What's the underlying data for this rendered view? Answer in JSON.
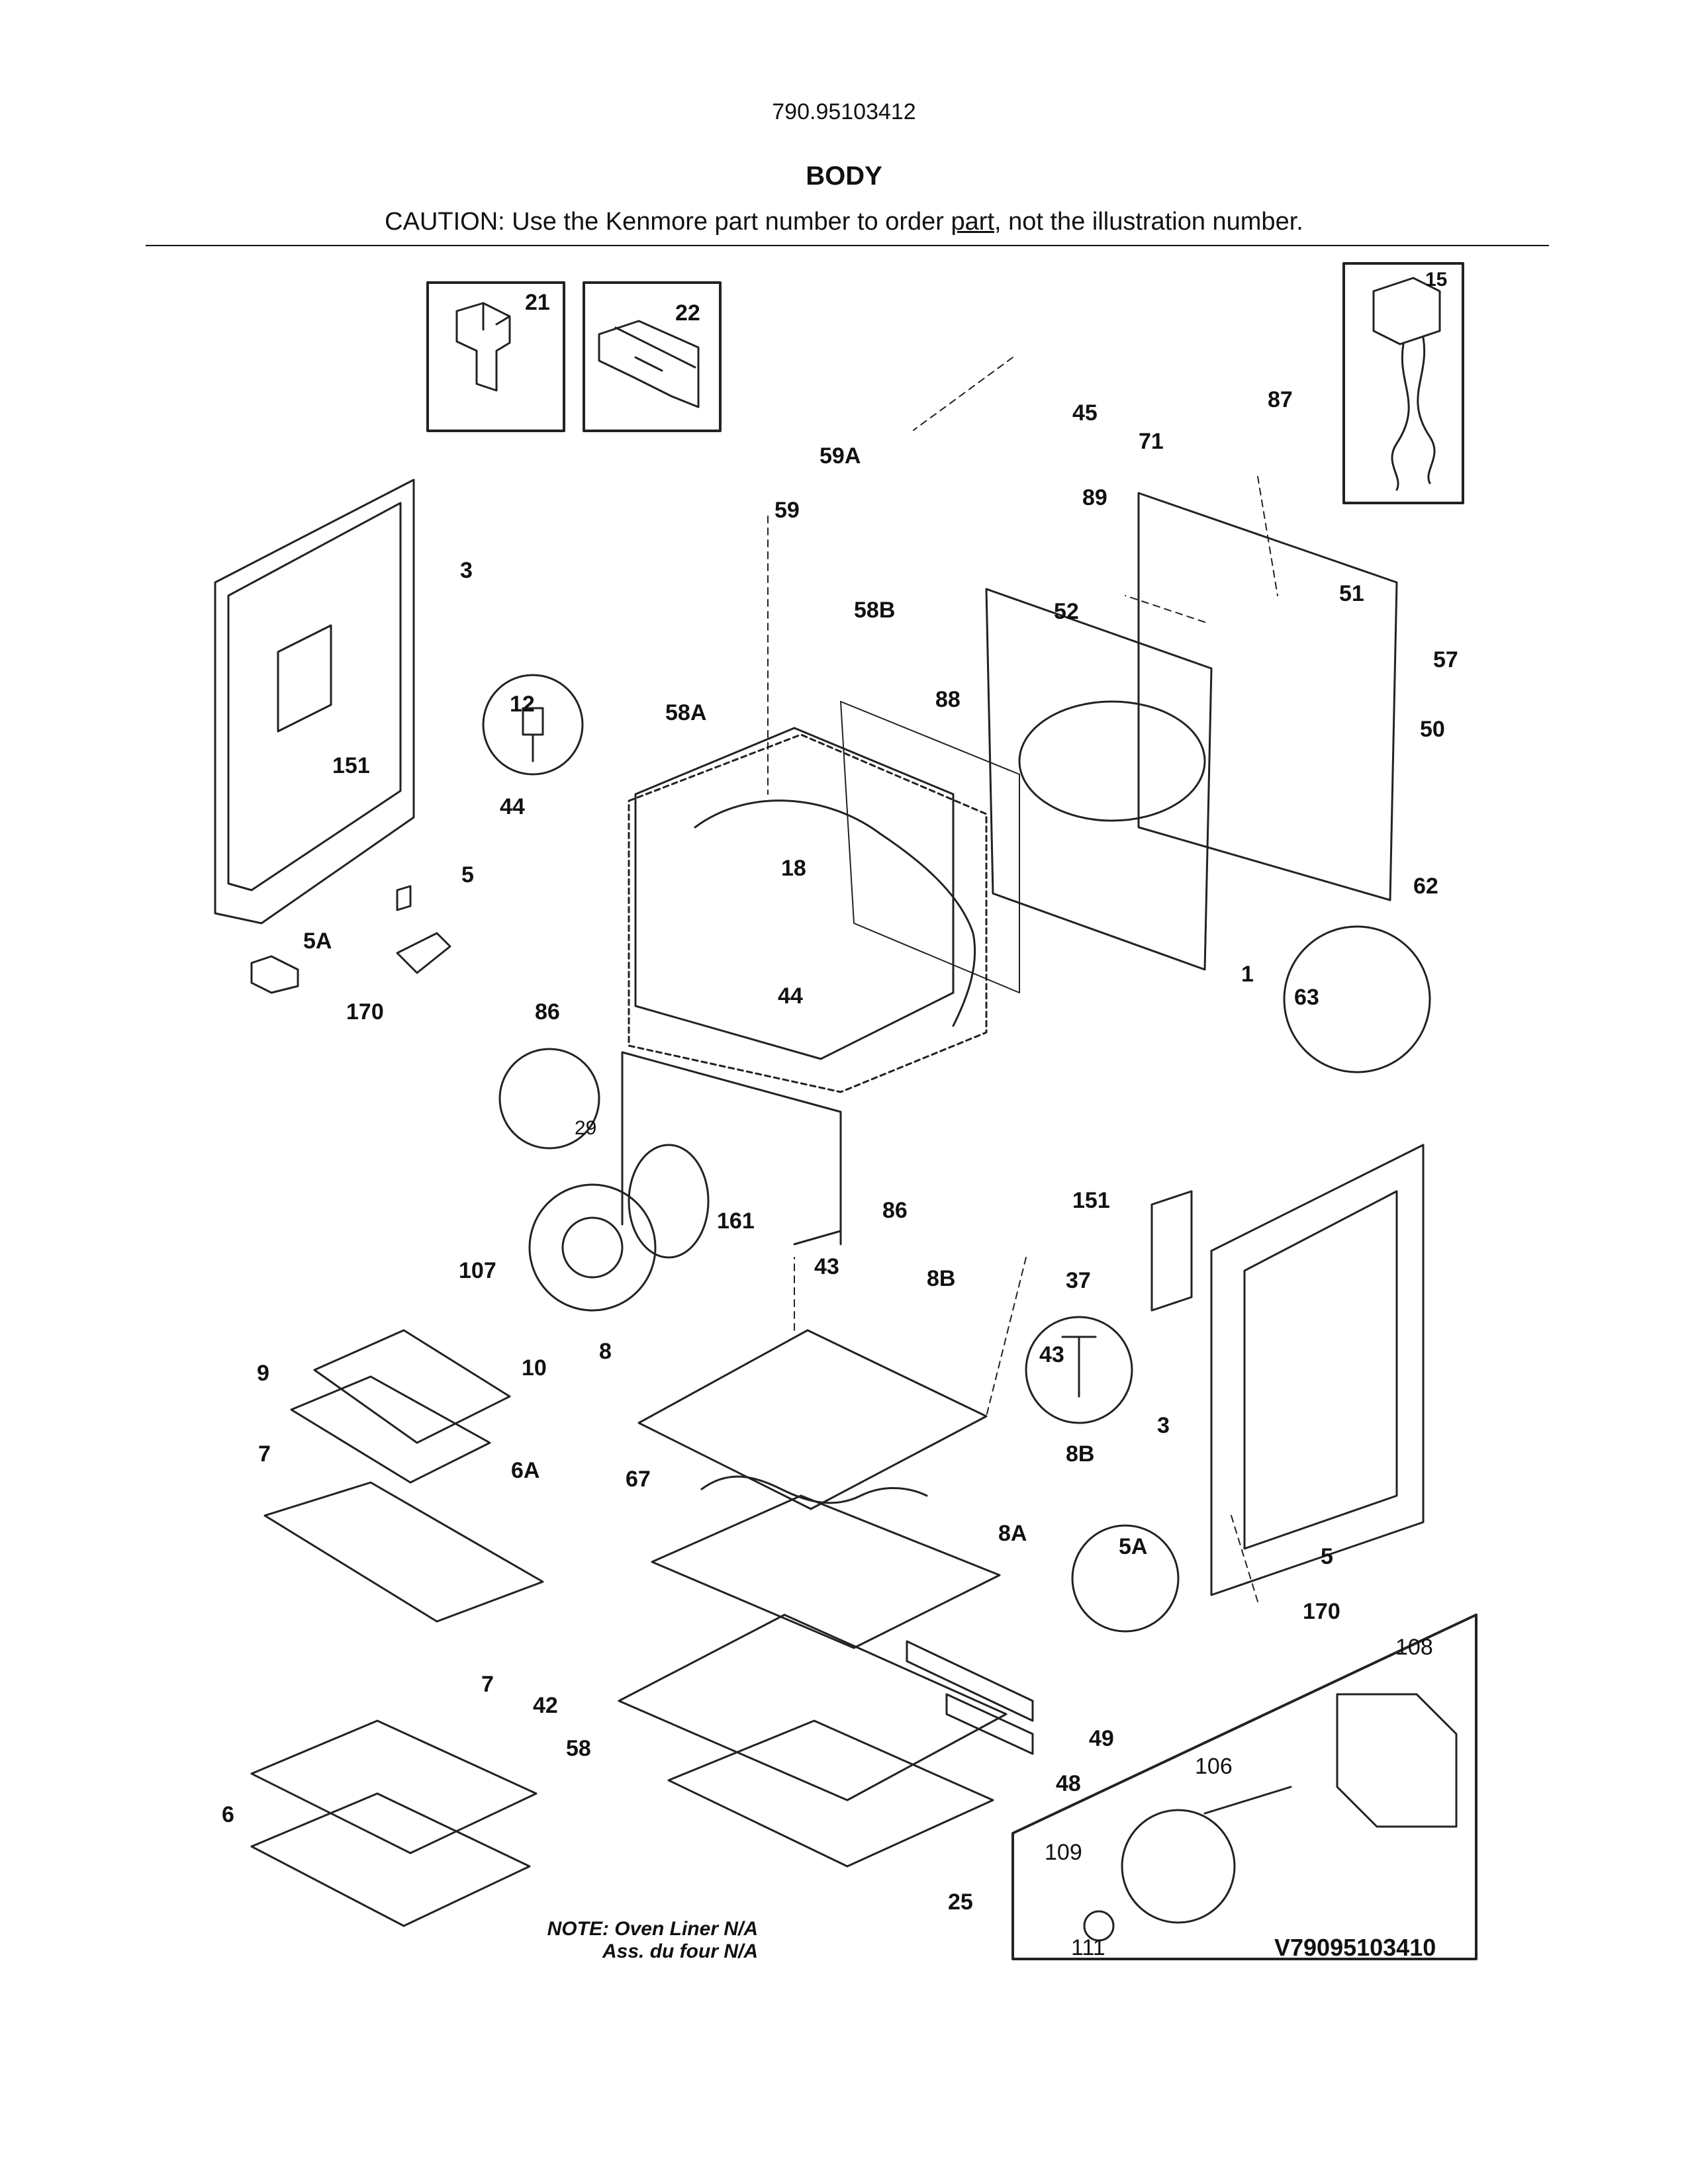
{
  "header": {
    "model": "790.95103412",
    "title": "BODY",
    "caution_prefix": "CAUTION: Use the Kenmore part number to order ",
    "caution_link": "part",
    "caution_suffix": ", not the illustration number."
  },
  "labels": {
    "p21": "21",
    "p22": "22",
    "p15": "15",
    "p45": "45",
    "p87": "87",
    "p71": "71",
    "p59A": "59A",
    "p59": "59",
    "p89": "89",
    "p3_left": "3",
    "p58B": "58B",
    "p52": "52",
    "p51": "51",
    "p57": "57",
    "p88": "88",
    "p12": "12",
    "p58A": "58A",
    "p50": "50",
    "p151_left": "151",
    "p44_upper": "44",
    "p18": "18",
    "p62": "62",
    "p5_left": "5",
    "p5A_left": "5A",
    "p63": "63",
    "p1": "1",
    "p170_left": "170",
    "p86_upper": "86",
    "p44_lower": "44",
    "p29": "29",
    "p161": "161",
    "p86_lower": "86",
    "p151_right": "151",
    "p107": "107",
    "p43_upper": "43",
    "p8B_upper": "8B",
    "p37": "37",
    "p10": "10",
    "p9": "9",
    "p8": "8",
    "p43_circle": "43",
    "p3_right": "3",
    "p7_upper": "7",
    "p6A": "6A",
    "p8B_lower": "8B",
    "p67": "67",
    "p8A": "8A",
    "p5A_circle": "5A",
    "p5_right": "5",
    "p7_lower": "7",
    "p170_right": "170",
    "p108": "108",
    "p42": "42",
    "p49": "49",
    "p58": "58",
    "p106": "106",
    "p48": "48",
    "p6": "6",
    "p109": "109",
    "p25": "25",
    "p111": "111"
  },
  "note": {
    "line1": "NOTE: Oven Liner N/A",
    "line2": "Ass. du four N/A"
  },
  "diagram_code": "V79095103410"
}
